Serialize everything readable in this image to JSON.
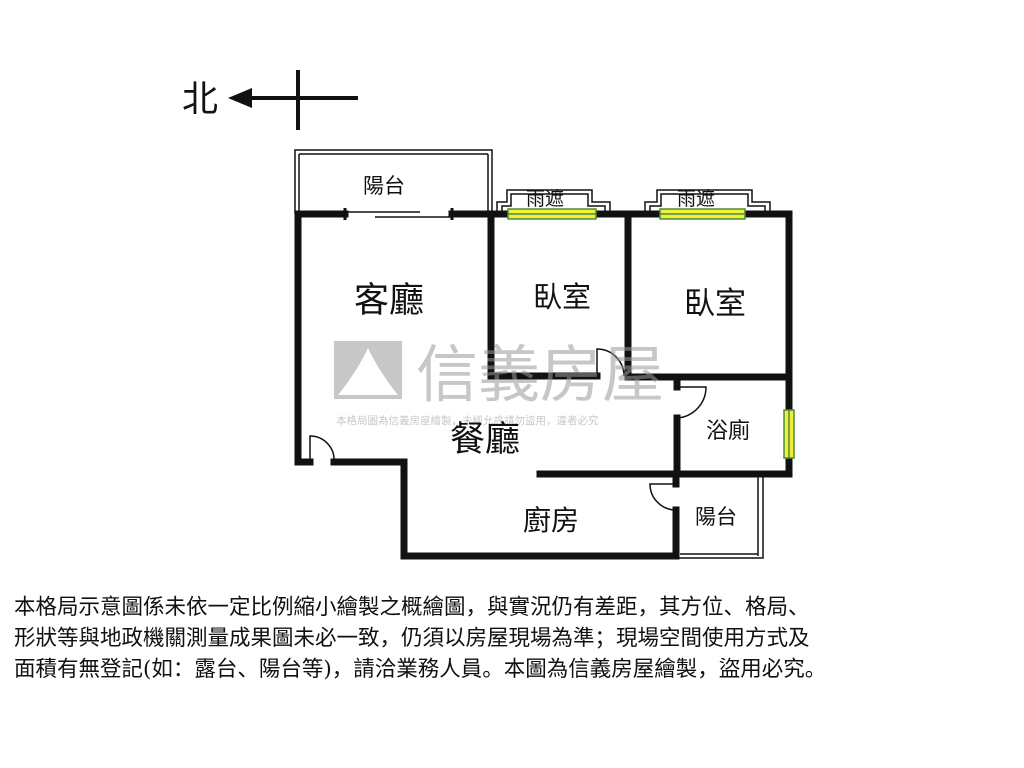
{
  "compass": {
    "north_label": "北"
  },
  "rooms": {
    "living_room": "客廳",
    "dining_room": "餐廳",
    "bedroom_1": "臥室",
    "bedroom_2": "臥室",
    "bathroom": "浴廁",
    "kitchen": "廚房",
    "balcony_top": "陽台",
    "balcony_right": "陽台",
    "canopy_1": "雨遮",
    "canopy_2": "雨遮"
  },
  "watermark": {
    "brand": "信義房屋",
    "notice": "本格局圖為信義房屋繪製，未經允許請勿盜用，違者必究"
  },
  "disclaimer": {
    "lines": [
      "本格局示意圖係未依一定比例縮小繪製之概繪圖，與實況仍有差距，其方位、格局、",
      "形狀等與地政機關測量成果圖未必一致，仍須以房屋現場為準；現場空間使用方式及",
      "面積有無登記(如：露台、陽台等)，請洽業務人員。本圖為信義房屋繪製，盜用必究。"
    ]
  },
  "colors": {
    "wall": "#111111",
    "window_fill": "#f3ee3a",
    "window_stripe": "#4f8a3c",
    "watermark": "#9a9a9a"
  }
}
